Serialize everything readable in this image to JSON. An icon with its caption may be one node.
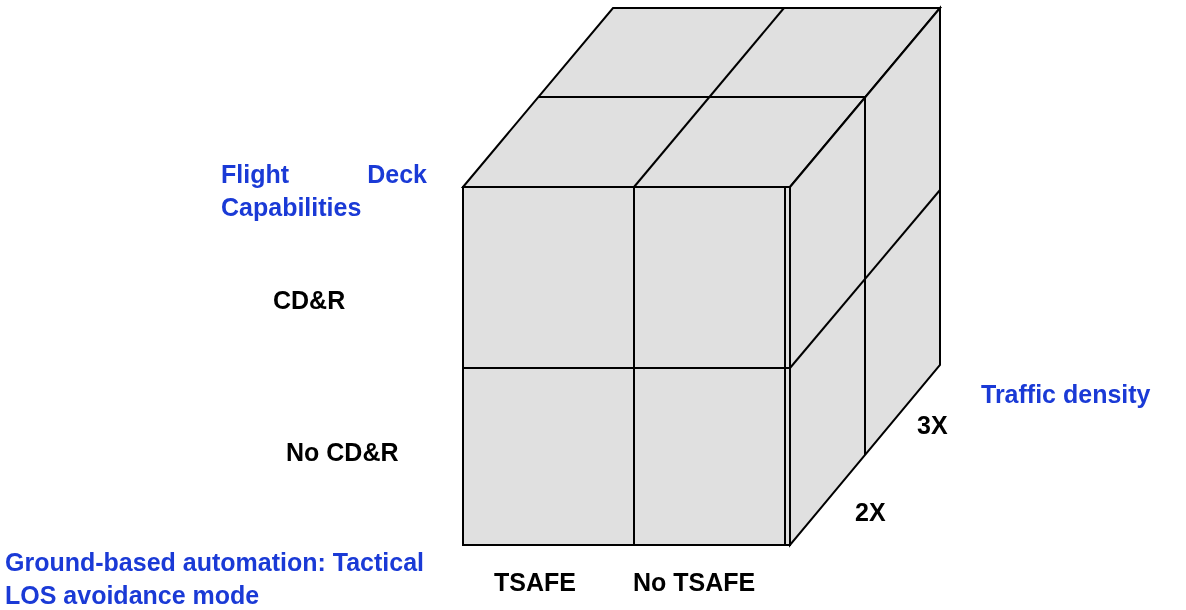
{
  "diagram": {
    "labels": [
      "Flight Deck Capabilities",
      "CD&R",
      "No CD&R",
      "Traffic density",
      "3X",
      "2X",
      "Ground-based automation: Tactical LOS avoidance mode",
      "TSAFE",
      "No TSAFE"
    ]
  }
}
